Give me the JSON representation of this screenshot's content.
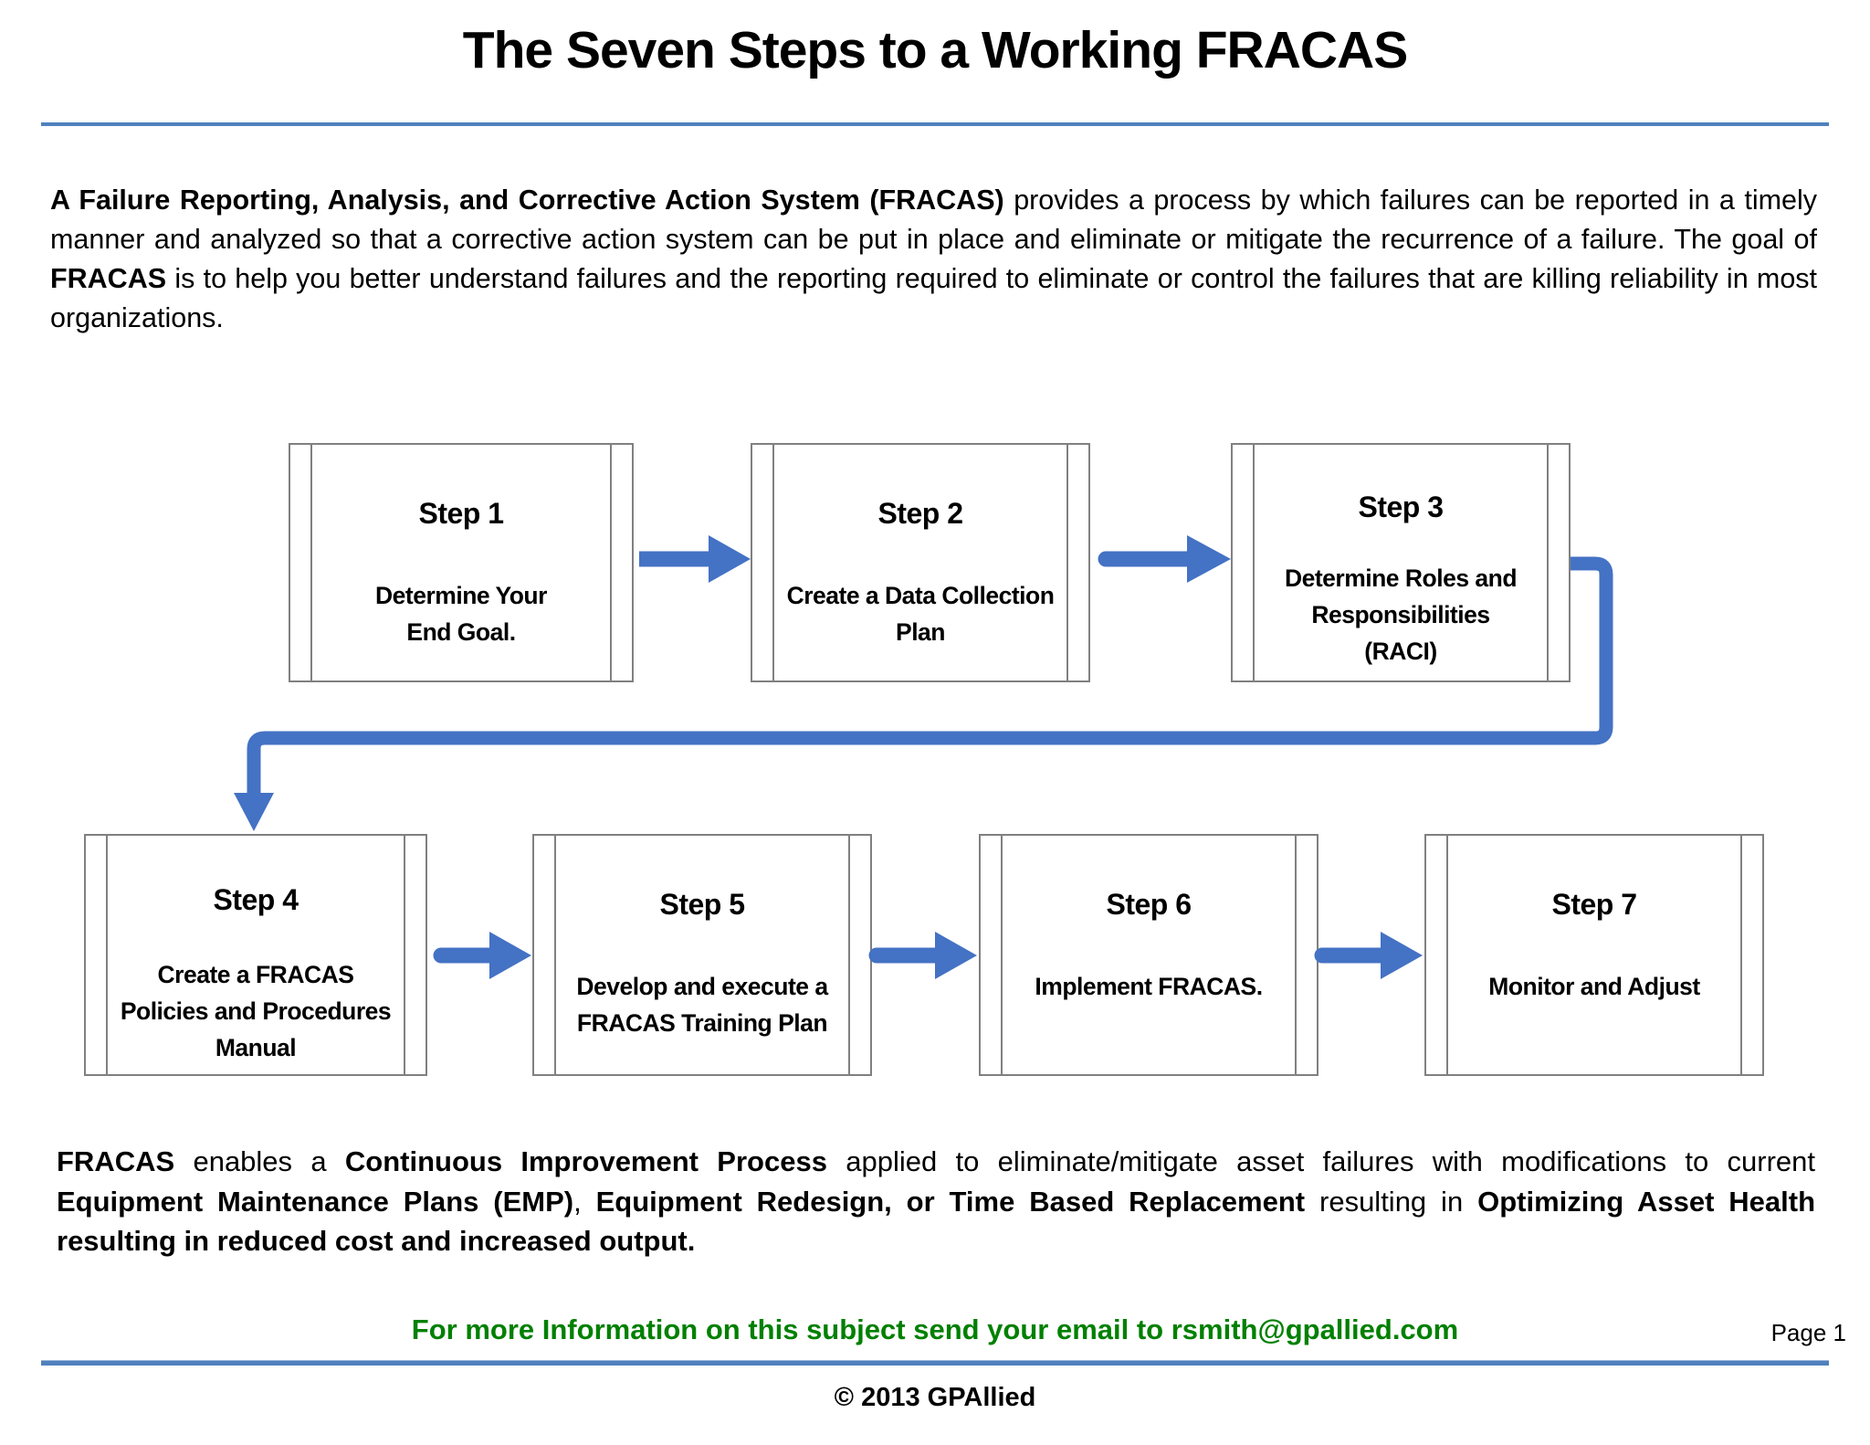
{
  "page": {
    "title": "The Seven Steps to a Working FRACAS",
    "contact_line": "For more Information on this subject send your email to rsmith@gpallied.com",
    "page_number": "Page 1",
    "copyright": "© 2013 GPAllied"
  },
  "intro": {
    "segments": [
      {
        "text": "A Failure Reporting, Analysis, and Corrective Action System (FRACAS)",
        "bold": true
      },
      {
        "text": " provides a process by which failures can be reported in a timely manner and analyzed so that a corrective action system can be put in place and eliminate or mitigate the recurrence of a failure. The goal of ",
        "bold": false
      },
      {
        "text": "FRACAS",
        "bold": true
      },
      {
        "text": " is to help you better understand failures and the reporting required to eliminate or control the failures that are killing reliability in most organizations.",
        "bold": false
      }
    ]
  },
  "diagram": {
    "steps": [
      {
        "label": "Step 1",
        "text": "Determine Your\nEnd Goal."
      },
      {
        "label": "Step 2",
        "text": "Create a Data Collection\nPlan"
      },
      {
        "label": "Step 3",
        "text": "Determine Roles and\nResponsibilities\n(RACI)"
      },
      {
        "label": "Step 4",
        "text": "Create a FRACAS\nPolicies and Procedures\nManual"
      },
      {
        "label": "Step 5",
        "text": "Develop and execute a\nFRACAS Training Plan"
      },
      {
        "label": "Step 6",
        "text": "Implement FRACAS."
      },
      {
        "label": "Step 7",
        "text": "Monitor and Adjust"
      }
    ],
    "flow": "Step 1 → Step 2 → Step 3 → Step 4 → Step 5 → Step 6 → Step 7"
  },
  "outro": {
    "segments": [
      {
        "text": "FRACAS",
        "bold": true
      },
      {
        "text": " enables a ",
        "bold": false
      },
      {
        "text": "Continuous Improvement Process",
        "bold": true
      },
      {
        "text": " applied to eliminate/mitigate asset failures with modifications to current ",
        "bold": false
      },
      {
        "text": "Equipment Maintenance Plans (EMP)",
        "bold": true
      },
      {
        "text": ", ",
        "bold": false
      },
      {
        "text": "Equipment Redesign, or Time Based Replacement",
        "bold": true
      },
      {
        "text": " resulting in ",
        "bold": false
      },
      {
        "text": "Optimizing Asset Health resulting in reduced cost and increased output.",
        "bold": true
      }
    ]
  },
  "colors": {
    "arrow_blue": "#4472C4",
    "rule_blue": "#4F81BD",
    "box_border_gray": "#808080",
    "contact_green": "#008000"
  }
}
